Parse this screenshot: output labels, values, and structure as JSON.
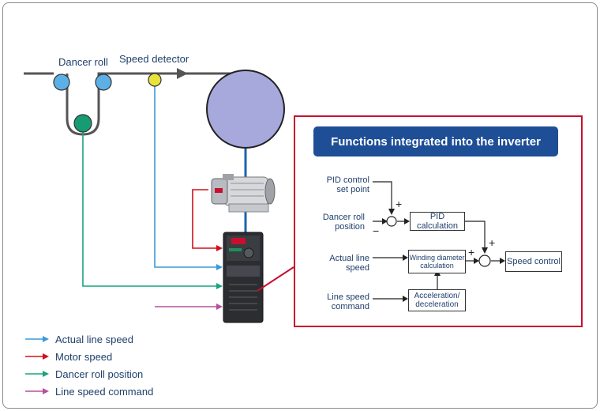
{
  "labels": {
    "dancer_roll": "Dancer roll",
    "speed_detector": "Speed detector"
  },
  "panel": {
    "title": "Functions integrated into the inverter",
    "inputs": {
      "pid_set_point": "PID control\nset point",
      "dancer_position": "Dancer roll\nposition",
      "actual_line_speed": "Actual line\nspeed",
      "line_speed_command": "Line speed\ncommand"
    },
    "blocks": {
      "pid_calculation": "PID calculation",
      "winding_diameter": "Winding diameter\ncalculation",
      "accel_decel": "Acceleration/\ndeceleration",
      "speed_control": "Speed control"
    },
    "signs": {
      "plus": "+",
      "minus": "−"
    }
  },
  "legend": [
    {
      "label": "Actual line speed",
      "color": "#3a9ad9"
    },
    {
      "label": "Motor speed",
      "color": "#d0101d"
    },
    {
      "label": "Dancer roll position",
      "color": "#19a37f"
    },
    {
      "label": "Line speed command",
      "color": "#b5509e"
    }
  ],
  "colors": {
    "roller_blue": "#5cb0e6",
    "dancer_green": "#169b72",
    "detector_yellow": "#e8e23c",
    "drum": "#a7a9dc",
    "panel_title_bg": "#1e4e96",
    "panel_border": "#c8102e"
  }
}
